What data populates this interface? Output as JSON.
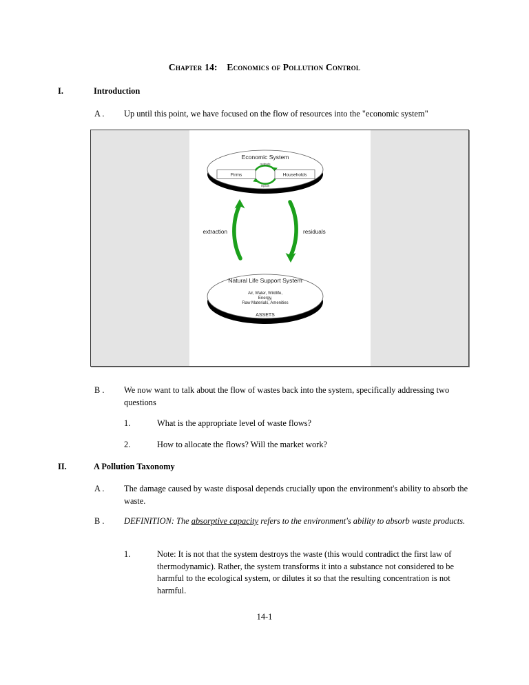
{
  "document": {
    "title_prefix": "Chapter 14:",
    "title_main": "Economics of Pollution Control",
    "footer": "14-1"
  },
  "outline": [
    {
      "numeral": "I.",
      "heading": "Introduction"
    },
    {
      "numeral": "II.",
      "heading": "A Pollution Taxonomy"
    }
  ],
  "section_one": {
    "item_a_mark": "A .",
    "item_a_text": "Up until this point, we have focused on the flow of resources into the \"economic system\"",
    "item_b_mark": "B .",
    "item_b_text": "We now want to talk about the flow of wastes back into the system, specifically addressing two questions",
    "sub_1_mark": "1.",
    "sub_1_text": "What is the appropriate level of waste flows?",
    "sub_2_mark": "2.",
    "sub_2_text": "How to allocate the flows? Will the market work?"
  },
  "section_two": {
    "item_a_mark": "A .",
    "item_a_text": "The damage caused by waste disposal depends crucially upon the environment's ability to absorb the waste.",
    "item_b_mark": "B .",
    "item_b_prefix": "DEFINITION:  The ",
    "item_b_underlined": "absorptive capacity",
    "item_b_suffix": " refers to the environment's ability to absorb waste products.",
    "sub_1_mark": "1.",
    "sub_1_text": "Note:  It is not that the system destroys the waste (this would contradict the first law of thermodynamic).  Rather, the system transforms it into a substance not considered to be harmful to the ecological system, or dilutes it so that the resulting concentration is not harmful."
  },
  "figure": {
    "economic_system_label": "Economic System",
    "firms_label": "Firms",
    "households_label": "Households",
    "outputs_label": "outputs",
    "inputs_label": "inputs",
    "extraction_label": "extraction",
    "residuals_label": "residuals",
    "natural_system_label": "Natural Life Support System",
    "assets_line1": "Air, Water, Wildlife,",
    "assets_line2": "Energy,",
    "assets_line3": "Raw Materials, Amenities",
    "assets_label": "ASSETS",
    "colors": {
      "arrow_green": "#1ba01b",
      "panel_gray": "#e4e4e4",
      "frame_border": "#3a3a3a",
      "shadow_black": "#000000"
    }
  }
}
